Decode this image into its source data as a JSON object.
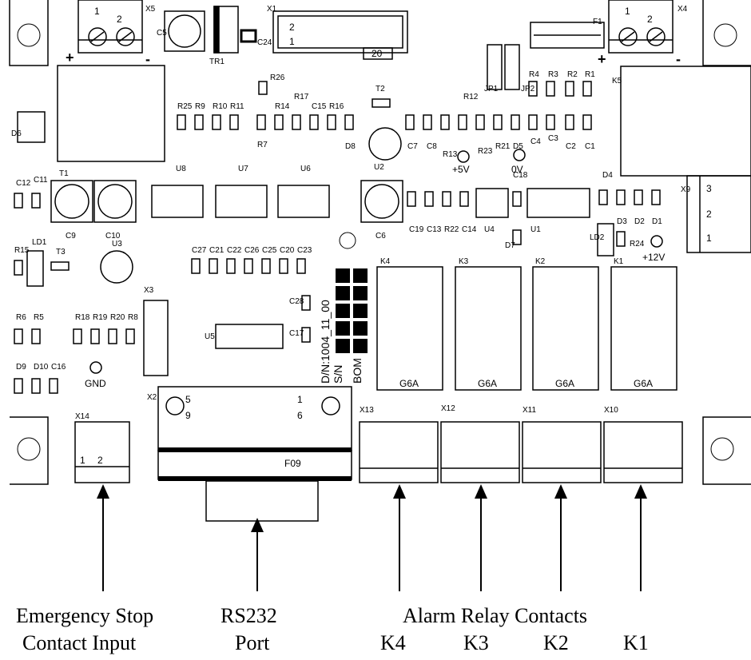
{
  "components": {
    "X5": {
      "ref": "X5",
      "p1": "1",
      "p2": "2",
      "plus": "+",
      "minus": "-"
    },
    "X4": {
      "ref": "X4",
      "p1": "1",
      "p2": "2",
      "plus": "+",
      "minus": "-"
    },
    "C5": "C5",
    "C24": "C24",
    "TR1": "TR1",
    "X1": {
      "ref": "X1",
      "row1": "1",
      "row2": "2",
      "pins": "20"
    },
    "F1": "F1",
    "JP1": "JP1",
    "JP2": "JP2",
    "R4": "R4",
    "R3": "R3",
    "R2": "R2",
    "R1": "R1",
    "K5": "K5",
    "R25": "R25",
    "R9": "R9",
    "R10": "R10",
    "R11": "R11",
    "R26": "R26",
    "R14": "R14",
    "R17": "R17",
    "C15": "C15",
    "R16": "R16",
    "R7": "R7",
    "D8": "D8",
    "T2": "T2",
    "U2": "U2",
    "R12": "R12",
    "C7": "C7",
    "C8": "C8",
    "R13": "R13",
    "R23": "R23",
    "R21": "R21",
    "D5": "D5",
    "C4": "C4",
    "C3": "C3",
    "C2": "C2",
    "C1": "C1",
    "plus5v": "+5V",
    "zerov": "0V",
    "D6": "D6",
    "T1": "T1",
    "C12": "C12",
    "C11": "C11",
    "C9": "C9",
    "C10": "C10",
    "U8": "U8",
    "U7": "U7",
    "U6": "U6",
    "C18": "C18",
    "D4": "D4",
    "X9": {
      "ref": "X9",
      "p1": "1",
      "p2": "2",
      "p3": "3"
    },
    "C6": "C6",
    "C19": "C19",
    "C13": "C13",
    "R22": "R22",
    "C14": "C14",
    "U4": "U4",
    "U1": "U1",
    "D7": "D7",
    "D3": "D3",
    "D2": "D2",
    "D1": "D1",
    "LD2": "LD2",
    "R24": "R24",
    "plus12v": "+12V",
    "R15": "R15",
    "LD1": "LD1",
    "T3": "T3",
    "U3": "U3",
    "C27": "C27",
    "C21": "C21",
    "C22": "C22",
    "C26": "C26",
    "C25": "C25",
    "C20": "C20",
    "C23": "C23",
    "X3": "X3",
    "C28": "C28",
    "C17": "C17",
    "U5": "U5",
    "dn": "D/N:1004_11_00",
    "sn": "S/N",
    "bom": "BOM",
    "K4": "K4",
    "K3": "K3",
    "K2": "K2",
    "K1": "K1",
    "relay_type": "G6A",
    "R6": "R6",
    "R5": "R5",
    "R18": "R18",
    "R19": "R19",
    "R20": "R20",
    "R8": "R8",
    "D9": "D9",
    "D10": "D10",
    "C16": "C16",
    "gnd": "GND",
    "X2": {
      "ref": "X2",
      "p5": "5",
      "p9": "9",
      "p1": "1",
      "p6": "6",
      "name": "F09"
    },
    "X14": {
      "ref": "X14",
      "p1": "1",
      "p2": "2"
    },
    "X13": "X13",
    "X12": "X12",
    "X11": "X11",
    "X10": "X10",
    "terminal_pins": {
      "p1": "1",
      "p2": "2",
      "p3": "3"
    }
  },
  "captions": {
    "emergency_line1": "Emergency Stop",
    "emergency_line2": "Contact Input",
    "rs232_line1": "RS232",
    "rs232_line2": "Port",
    "alarm_title": "Alarm Relay Contacts",
    "k4": "K4",
    "k3": "K3",
    "k2": "K2",
    "k1": "K1"
  }
}
